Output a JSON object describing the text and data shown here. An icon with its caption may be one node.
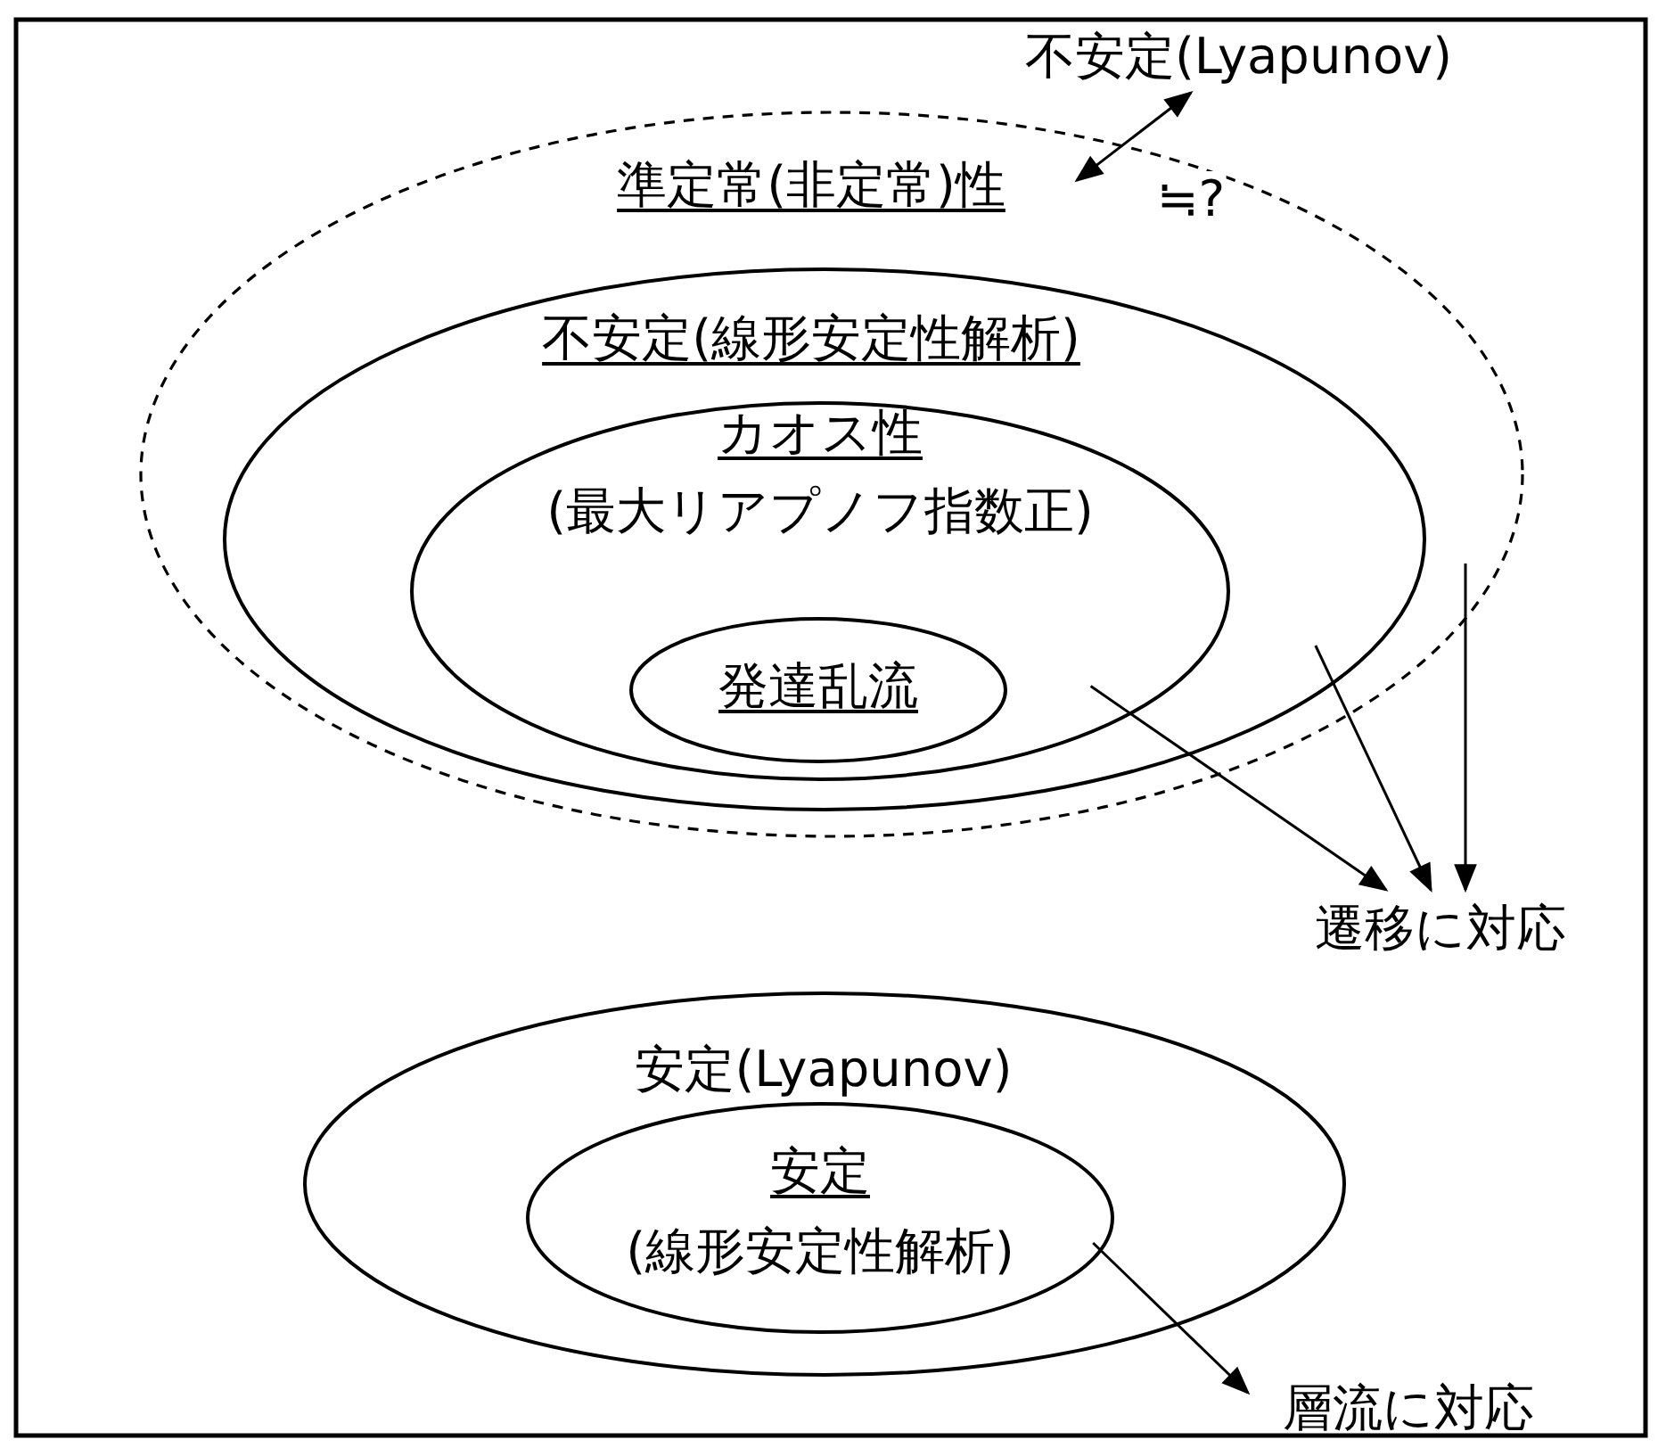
{
  "diagram": {
    "nodes": [
      {
        "text": [
          "不安定(Lyapunov)"
        ]
      },
      {
        "text": [
          "準定常(非定常)性"
        ]
      },
      {
        "text": [
          "不安定(線形安定性解析)"
        ],
        "in": 1
      },
      {
        "text": [
          "カオス性",
          "(最大リアプノフ指数正)"
        ],
        "in": 2
      },
      {
        "text": [
          "発達乱流"
        ],
        "in": 3
      },
      {
        "text": [
          "遷移に対応"
        ]
      },
      {
        "text": [
          "安定(Lyapunov)"
        ]
      },
      {
        "text": [
          "安定",
          "(線形安定性解析)"
        ],
        "in": 6
      },
      {
        "text": [
          "層流に対応"
        ]
      }
    ],
    "edges": [
      {
        "from": 0,
        "to": 1,
        "arrow": "both",
        "label": "≒?"
      },
      {
        "from": 3,
        "to": 5,
        "arrow": "to"
      },
      {
        "from": 2,
        "to": 5,
        "arrow": "to"
      },
      {
        "from": 1,
        "to": 5,
        "arrow": "to"
      },
      {
        "from": 7,
        "to": 8,
        "arrow": "to"
      }
    ]
  }
}
